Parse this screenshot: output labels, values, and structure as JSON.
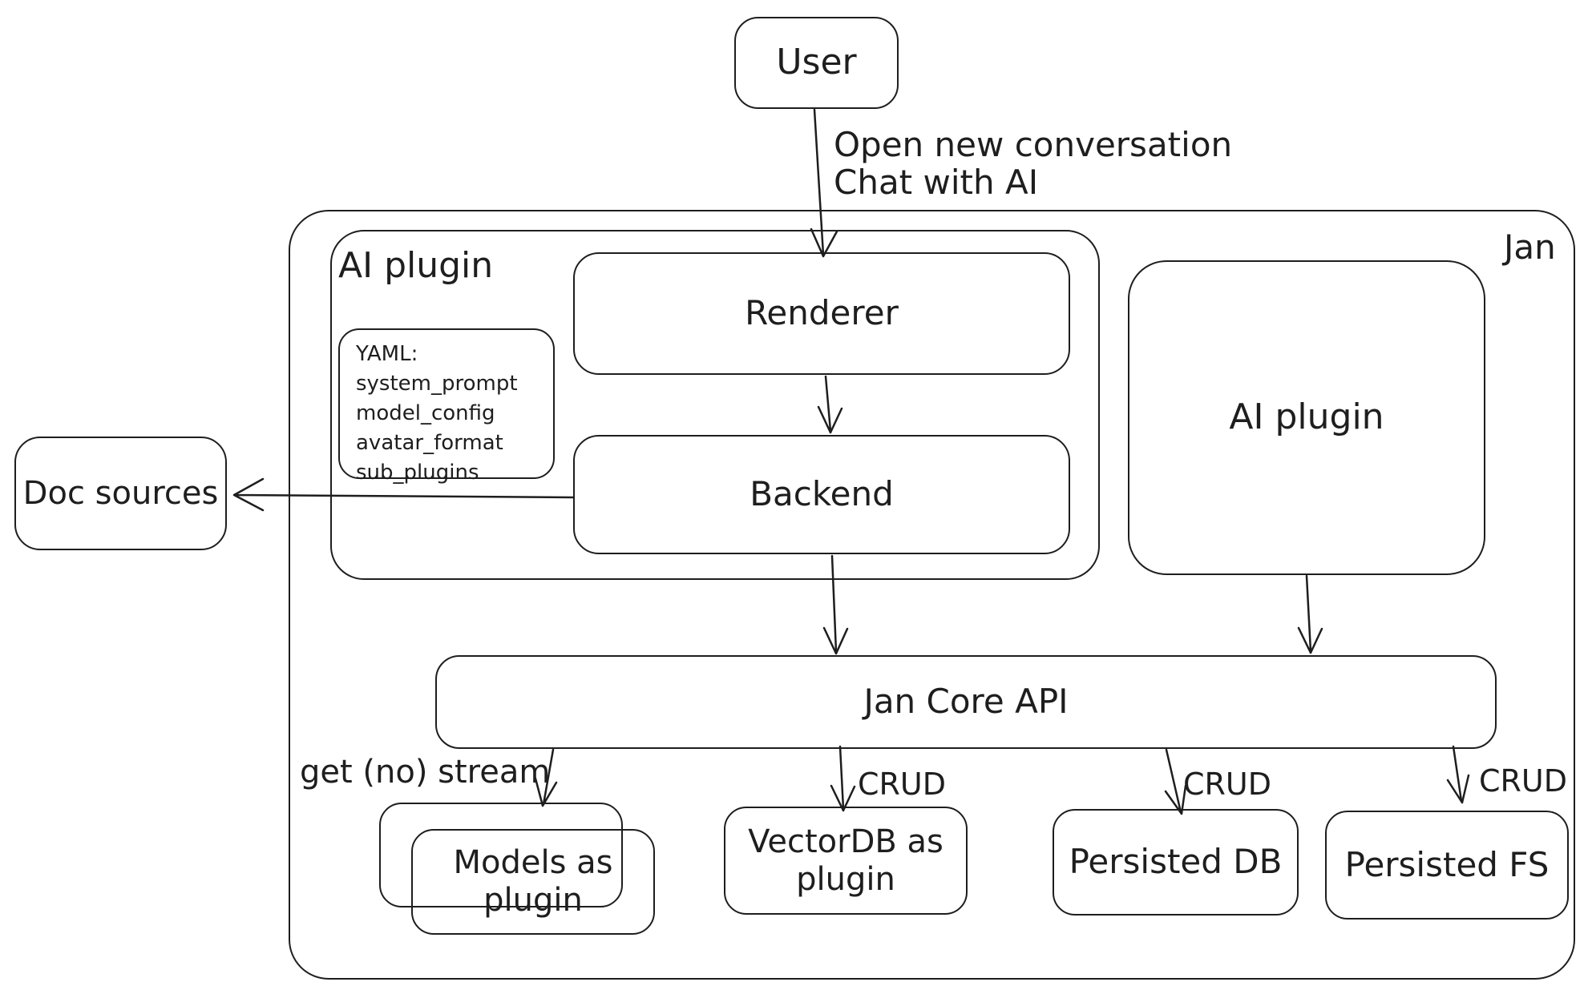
{
  "canvas": {
    "ink_color": "#1e1e1e",
    "background_color": "#ffffff"
  },
  "nodes": {
    "user": "User",
    "flow_note": {
      "line1": "Open new conversation",
      "line2": "Chat with AI"
    },
    "jan": "Jan",
    "ai_plugin_container": "AI plugin",
    "renderer": "Renderer",
    "yaml_note": {
      "title": "YAML:",
      "items": [
        "system_prompt",
        "model_config",
        "avatar_format",
        "sub_plugins"
      ]
    },
    "backend": "Backend",
    "doc_sources": "Doc sources",
    "ai_plugin_right": "AI plugin",
    "jan_core_api": "Jan Core API",
    "models": {
      "line1": "Models as",
      "line2": "plugin"
    },
    "vectordb": {
      "line1": "VectorDB as",
      "line2": "plugin"
    },
    "persisted_db": "Persisted DB",
    "persisted_fs": "Persisted FS",
    "edge_labels": {
      "get_stream": "get (no) stream",
      "crud_vectordb": "CRUD",
      "crud_db": "CRUD",
      "crud_fs": "CRUD"
    }
  }
}
